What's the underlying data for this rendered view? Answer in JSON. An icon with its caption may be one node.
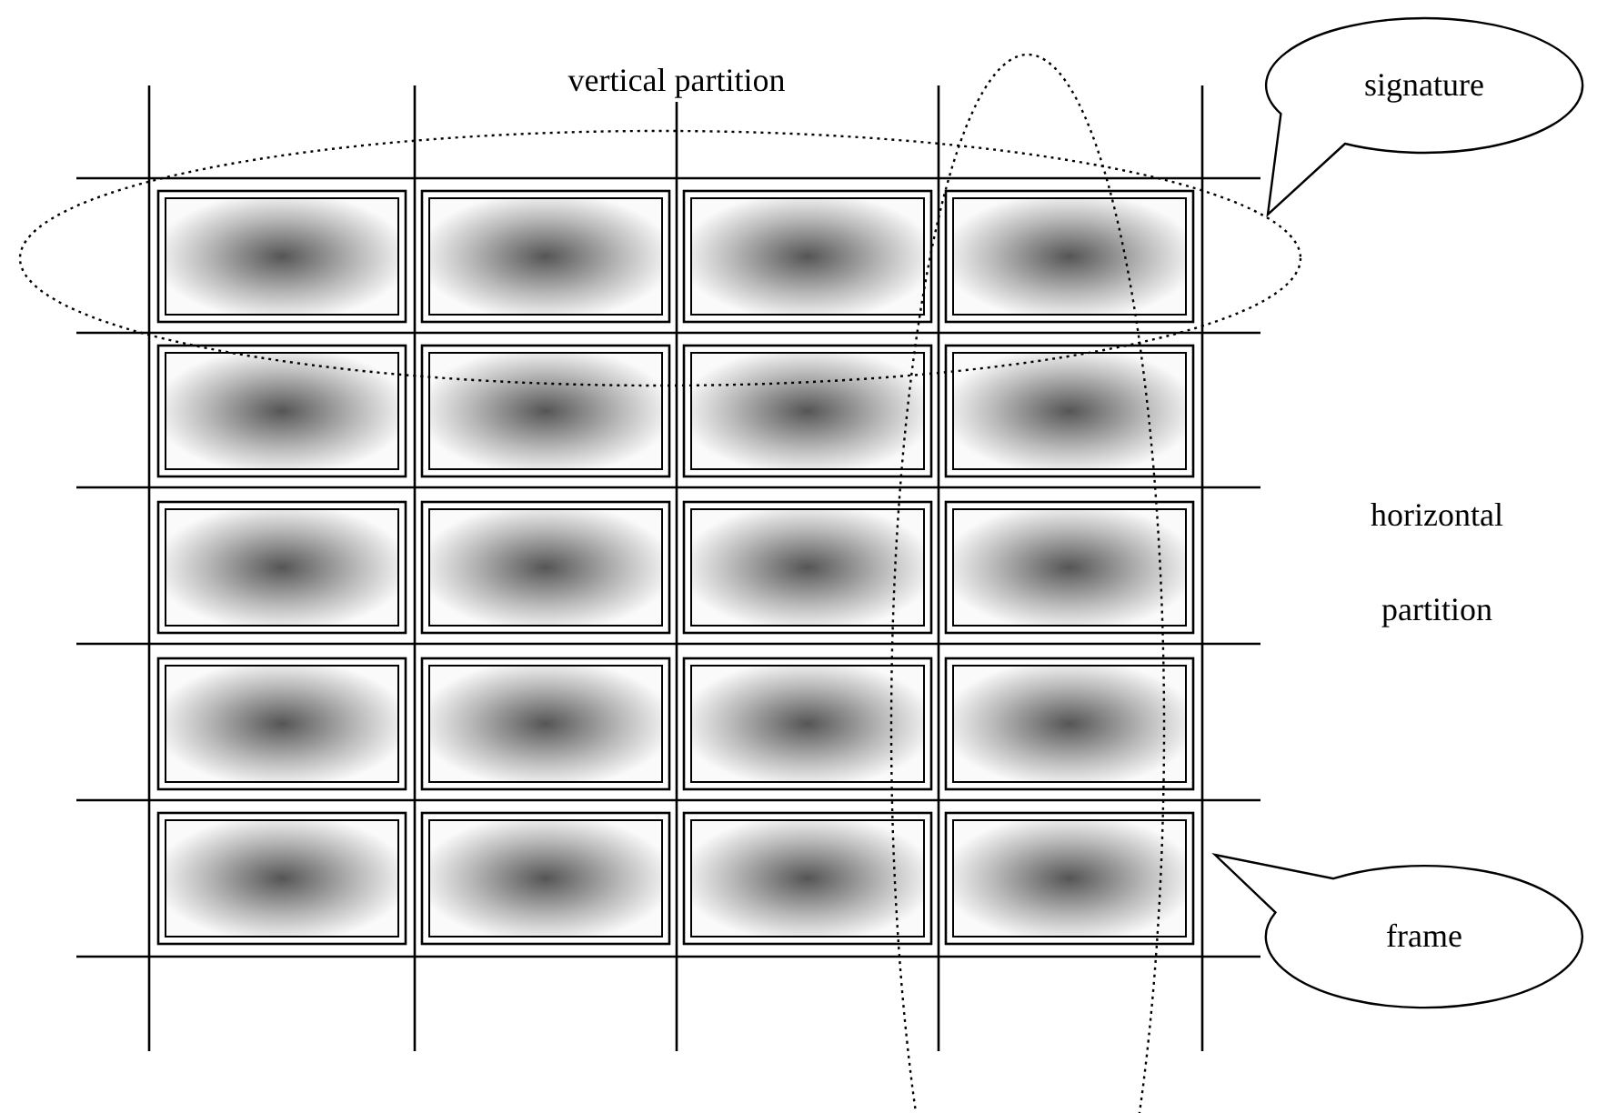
{
  "diagram": {
    "nodes": [
      {
        "text": [
          "signature"
        ]
      },
      {
        "text": [
          "frame"
        ]
      }
    ],
    "labels": [
      "vertical partition",
      "horizontal partition"
    ]
  }
}
